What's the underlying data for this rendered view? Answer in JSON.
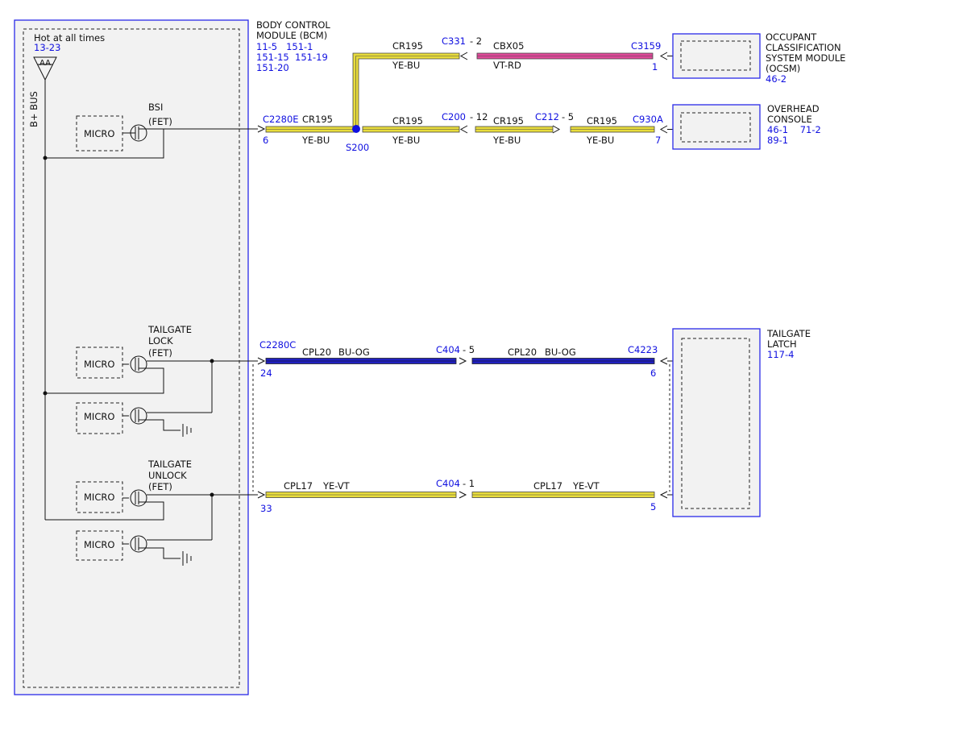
{
  "colors": {
    "module_border": "#2a2ae8",
    "module_fill": "#f2f2f2",
    "ref_text": "#1010e0",
    "wire_yellow": "#e8dc3c",
    "wire_blue": "#2020c0",
    "wire_pink": "#e04a9a",
    "splice": "#1010e0"
  },
  "bcm": {
    "title_1": "BODY CONTROL",
    "title_2": "MODULE (BCM)",
    "refs_1": "11-5   151-1",
    "refs_2": "151-15  151-19",
    "refs_3": "151-20",
    "hot_label": "Hot at all times",
    "hot_ref": "13-23",
    "fuse_tag": "AA",
    "bus_label": "B+ BUS",
    "micro_label": "MICRO",
    "bsi_label": "BSI",
    "bsi_fet": "(FET)",
    "lock_1": "TAILGATE",
    "lock_2": "LOCK",
    "lock_3": "(FET)",
    "unlock_1": "TAILGATE",
    "unlock_2": "UNLOCK",
    "unlock_3": "(FET)"
  },
  "ocsm": {
    "title_1": "OCCUPANT",
    "title_2": "CLASSIFICATION",
    "title_3": "SYSTEM MODULE",
    "title_4": "(OCSM)",
    "ref": "46-2"
  },
  "overhead": {
    "title_1": "OVERHEAD",
    "title_2": "CONSOLE",
    "ref_1": "46-1    71-2",
    "ref_2": "89-1"
  },
  "latch": {
    "title_1": "TAILGATE",
    "title_2": "LATCH",
    "ref": "117-4"
  },
  "connectors": {
    "c2280e": "C2280E",
    "c2280e_pin": "6",
    "c331": "C331",
    "c331_pin": "- 2",
    "c3159": "C3159",
    "c3159_pin": "1",
    "s200": "S200",
    "c200": "C200",
    "c200_pin": "- 12",
    "c212": "C212",
    "c212_pin": "- 5",
    "c930a": "C930A",
    "c930a_pin": "7",
    "c2280c": "C2280C",
    "c2280c_pin": "24",
    "c404a": "C404",
    "c404a_pin": "- 5",
    "c4223": "C4223",
    "c4223_pin": "6",
    "c2280c_b_pin": "33",
    "c404b": "C404",
    "c404b_pin": "- 1",
    "latch_pin2": "5"
  },
  "wires": {
    "cr195": "CR195",
    "yebu": "YE-BU",
    "cbx05": "CBX05",
    "vtrd": "VT-RD",
    "cpl20": "CPL20",
    "buog": "BU-OG",
    "cpl17": "CPL17",
    "yevt": "YE-VT"
  }
}
